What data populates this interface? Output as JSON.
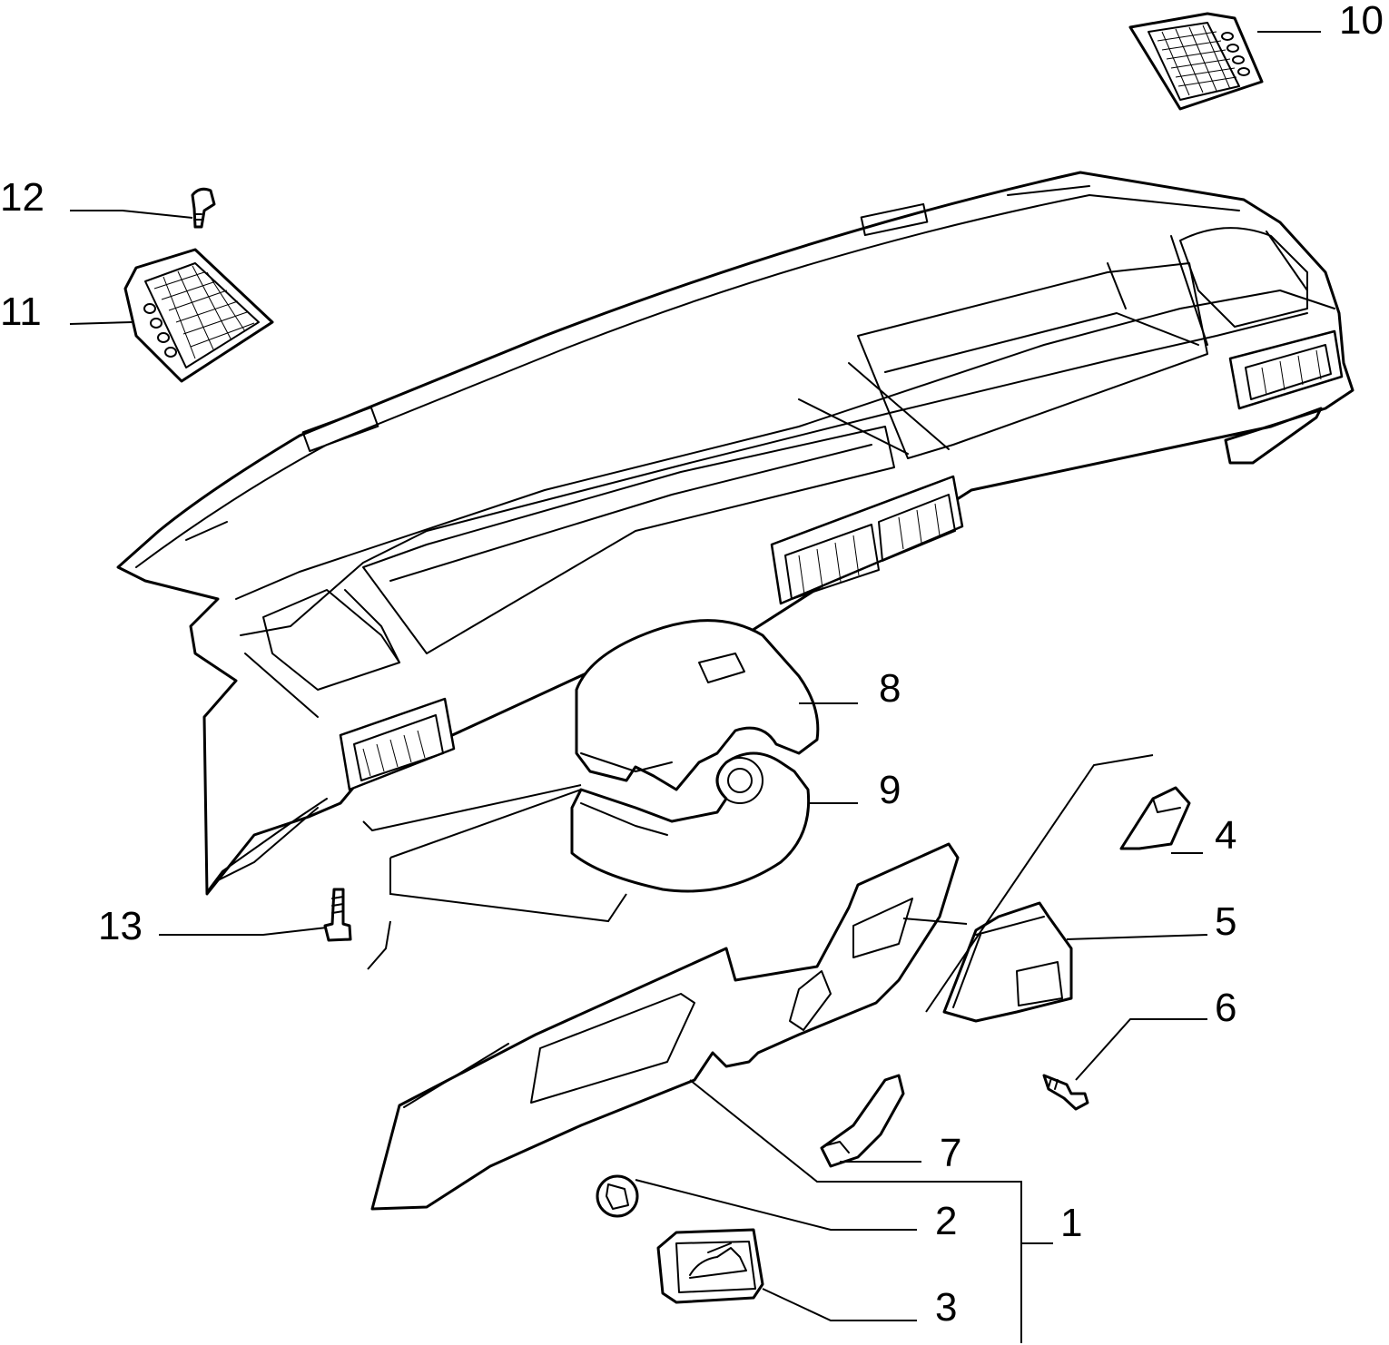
{
  "diagram": {
    "line_color": "#000000",
    "background": "#ffffff",
    "callouts": [
      {
        "id": "c1",
        "label": "1"
      },
      {
        "id": "c2",
        "label": "2"
      },
      {
        "id": "c3",
        "label": "3"
      },
      {
        "id": "c4",
        "label": "4"
      },
      {
        "id": "c5",
        "label": "5"
      },
      {
        "id": "c6",
        "label": "6"
      },
      {
        "id": "c7",
        "label": "7"
      },
      {
        "id": "c8",
        "label": "8"
      },
      {
        "id": "c9",
        "label": "9"
      },
      {
        "id": "c10",
        "label": "10"
      },
      {
        "id": "c11",
        "label": "11"
      },
      {
        "id": "c12",
        "label": "12"
      },
      {
        "id": "c13",
        "label": "13"
      }
    ]
  }
}
